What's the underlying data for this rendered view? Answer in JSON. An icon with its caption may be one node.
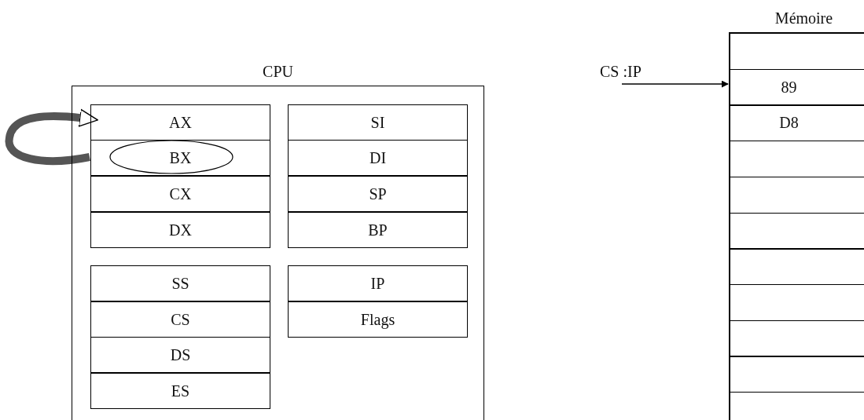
{
  "diagram": {
    "nodes": [
      {
        "text": [
          "CPU"
        ]
      },
      {
        "text": [
          "AX"
        ],
        "in": 0
      },
      {
        "text": [
          "BX"
        ],
        "in": 0
      },
      {
        "text": [
          "CX"
        ],
        "in": 0
      },
      {
        "text": [
          "DX"
        ],
        "in": 0
      },
      {
        "text": [
          "SI"
        ],
        "in": 0
      },
      {
        "text": [
          "DI"
        ],
        "in": 0
      },
      {
        "text": [
          "SP"
        ],
        "in": 0
      },
      {
        "text": [
          "BP"
        ],
        "in": 0
      },
      {
        "text": [
          "SS"
        ],
        "in": 0
      },
      {
        "text": [
          "CS"
        ],
        "in": 0
      },
      {
        "text": [
          "DS"
        ],
        "in": 0
      },
      {
        "text": [
          "ES"
        ],
        "in": 0
      },
      {
        "text": [
          "IP"
        ],
        "in": 0
      },
      {
        "text": [
          "Flags"
        ],
        "in": 0
      },
      {
        "text": [
          "CS :IP"
        ]
      },
      {
        "text": [
          "Mémoire"
        ]
      },
      {
        "text": [],
        "shape": "box",
        "in": 16
      },
      {
        "text": [
          "89"
        ],
        "in": 16
      },
      {
        "text": [
          "D8"
        ],
        "in": 16
      },
      {
        "text": [],
        "shape": "box",
        "in": 16
      },
      {
        "text": [],
        "shape": "box",
        "in": 16
      },
      {
        "text": [],
        "shape": "box",
        "in": 16
      },
      {
        "text": [],
        "shape": "box",
        "in": 16
      },
      {
        "text": [],
        "shape": "box",
        "in": 16
      },
      {
        "text": [],
        "shape": "box",
        "in": 16
      },
      {
        "text": [],
        "shape": "box",
        "in": 16
      },
      {
        "text": [],
        "shape": "box",
        "in": 16
      }
    ],
    "edges": [
      {
        "from": 2,
        "to": 1,
        "arrow": "to",
        "style": "thick"
      },
      {
        "from": 15,
        "to": 18,
        "arrow": "to"
      }
    ]
  }
}
